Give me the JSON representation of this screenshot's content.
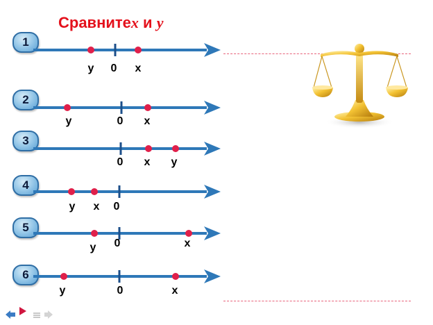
{
  "title": {
    "prefix": "Сравните",
    "var1": "x",
    "conj": "и",
    "var2": "y"
  },
  "colors": {
    "axis": "#2e78b8",
    "point": "#e0204a",
    "title": "#e4111c",
    "dash": "#e8627a"
  },
  "lines": [
    {
      "number": "1",
      "points": [
        {
          "label": "y",
          "value": -1
        },
        {
          "label": "0",
          "value": 0
        },
        {
          "label": "x",
          "value": 1
        }
      ]
    },
    {
      "number": "2",
      "points": [
        {
          "label": "y",
          "value": -2
        },
        {
          "label": "0",
          "value": 0
        },
        {
          "label": "x",
          "value": 1
        }
      ]
    },
    {
      "number": "3",
      "points": [
        {
          "label": "0",
          "value": 0
        },
        {
          "label": "x",
          "value": 1
        },
        {
          "label": "y",
          "value": 2
        }
      ]
    },
    {
      "number": "4",
      "points": [
        {
          "label": "y",
          "value": -2
        },
        {
          "label": "x",
          "value": -1
        },
        {
          "label": "0",
          "value": 0
        }
      ]
    },
    {
      "number": "5",
      "points": [
        {
          "label": "y",
          "value": -1
        },
        {
          "label": "0",
          "value": 0
        },
        {
          "label": "x",
          "value": 3
        }
      ]
    },
    {
      "number": "6",
      "points": [
        {
          "label": "y",
          "value": -2
        },
        {
          "label": "0",
          "value": 0
        },
        {
          "label": "x",
          "value": 2
        }
      ]
    }
  ],
  "icons": {
    "scales": "balance-scale-icon",
    "nav_prev": "arrow-left-icon",
    "nav_marker": "triangle-marker-icon",
    "nav_menu": "menu-icon",
    "nav_next": "arrow-right-icon"
  }
}
